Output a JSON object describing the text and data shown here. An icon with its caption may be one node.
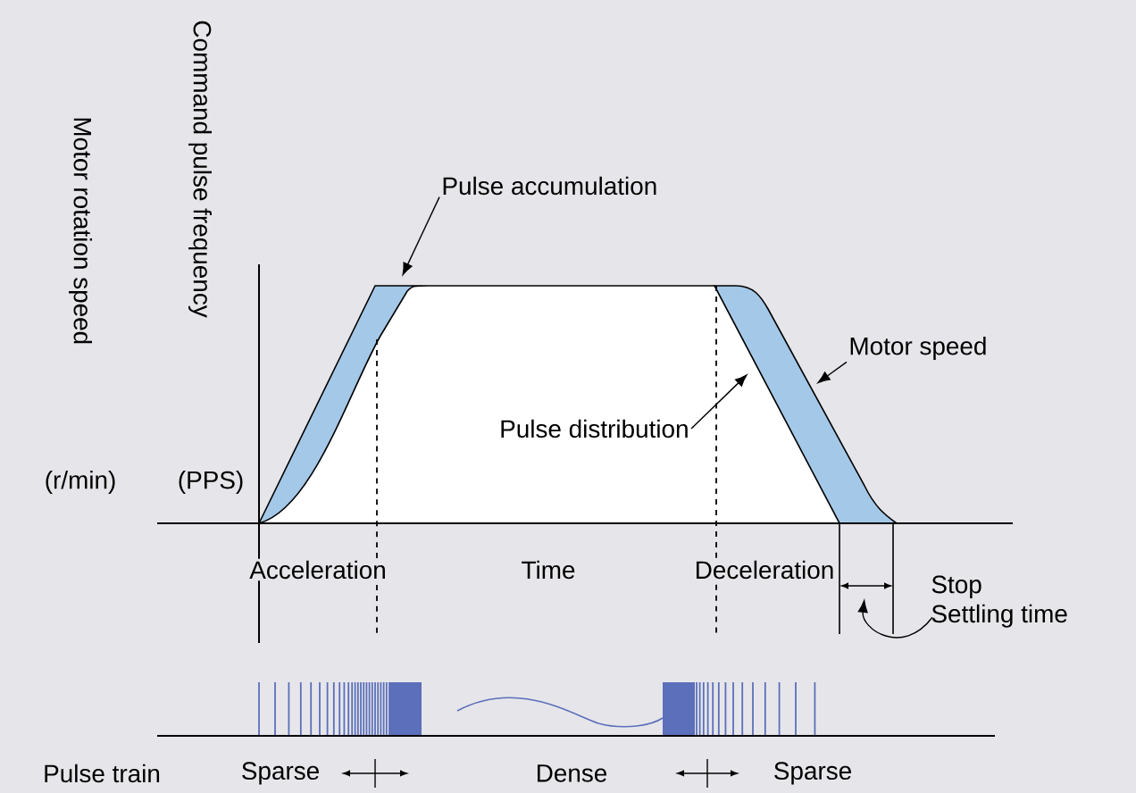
{
  "diagram": {
    "nodes": [
      {
        "text": [
          "Pulse accumulation"
        ]
      },
      {
        "text": [
          "Motor speed"
        ]
      },
      {
        "text": [
          "Pulse distribution"
        ]
      },
      {
        "text": [
          "Stop",
          "Settling time"
        ]
      }
    ],
    "edges": [
      {
        "from": 0,
        "to": null,
        "arrow": "to"
      },
      {
        "from": 1,
        "to": null,
        "arrow": "to"
      },
      {
        "from": 2,
        "to": null,
        "arrow": "to"
      },
      {
        "from": 3,
        "to": null,
        "arrow": "to"
      }
    ],
    "labels": [
      "Motor rotation speed",
      "Command pulse frequency",
      "(r/min)",
      "(PPS)",
      "Acceleration",
      "Time",
      "Deceleration",
      "Pulse train",
      "Sparse",
      "Dense",
      "Sparse"
    ]
  }
}
